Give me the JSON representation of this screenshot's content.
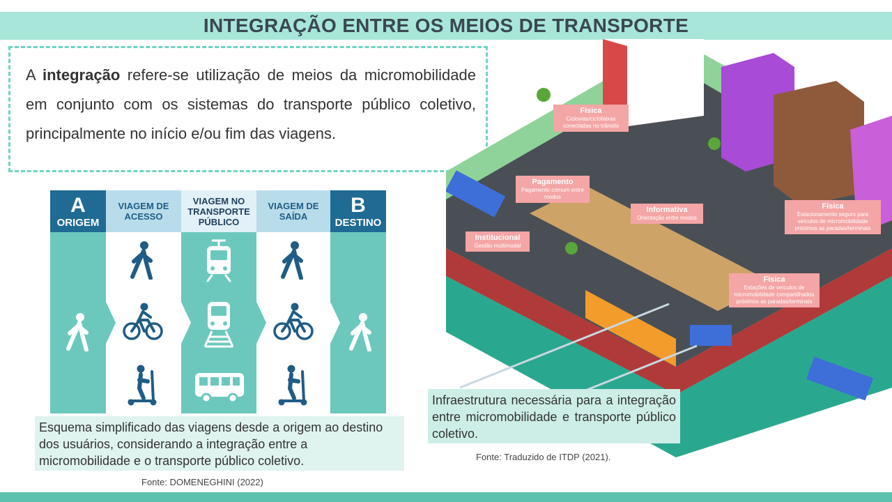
{
  "title": "INTEGRAÇÃO ENTRE OS MEIOS DE TRANSPORTE",
  "definition": {
    "prefix": "A ",
    "bold": "integração",
    "rest": " refere-se utilização de meios da micromobilidade em conjunto com os sistemas do transporte público coletivo, principalmente no início e/ou fim das viagens."
  },
  "diagram": {
    "columns": [
      {
        "letter": "A",
        "label": "ORIGEM"
      },
      {
        "label": "VIAGEM DE ACESSO"
      },
      {
        "label": "VIAGEM NO TRANSPORTE PÚBLICO"
      },
      {
        "label": "VIAGEM DE SAÍDA"
      },
      {
        "letter": "B",
        "label": "DESTINO"
      }
    ],
    "icons": {
      "walk": "pedestrian-icon",
      "bike": "bicycle-icon",
      "scooter": "scooter-icon",
      "tram": "tram-icon",
      "train": "train-icon",
      "bus": "bus-icon"
    },
    "caption": "Esquema simplificado das viagens desde a origem ao destino dos usuários, considerando a integração entre a micromobilidade e o transporte público coletivo.",
    "source": "Fonte: DOMENEGHINI (2022)"
  },
  "illustration": {
    "callouts": [
      {
        "title": "Física",
        "text": "Ciclovias/ciclofaixas conectadas no trânsito"
      },
      {
        "title": "Pagamento",
        "text": "Pagamento comum entre modos"
      },
      {
        "title": "Informativa",
        "text": "Orientação entre modos"
      },
      {
        "title": "Institucional",
        "text": "Gestão multimodal"
      },
      {
        "title": "Física",
        "text": "Estacionamento seguro para veículos de micromobilidade próximos as paradas/terminais"
      },
      {
        "title": "Física",
        "text": "Estações de veículos de micromobilidade compartilhados próximos as paradas/terminais"
      }
    ],
    "caption": "Infraestrutura necessária para a integração entre micromobilidade e transporte público coletivo.",
    "source": "Fonte: Traduzido de ITDP (2021)."
  },
  "colors": {
    "title_band": "#a8e6d9",
    "dashed_border": "#6ed3c1",
    "column_teal": "#6cc8bd",
    "header_dark_blue": "#1f6b94",
    "icon_blue": "#1f5c86",
    "callout_pink": "#f4a5a5"
  }
}
